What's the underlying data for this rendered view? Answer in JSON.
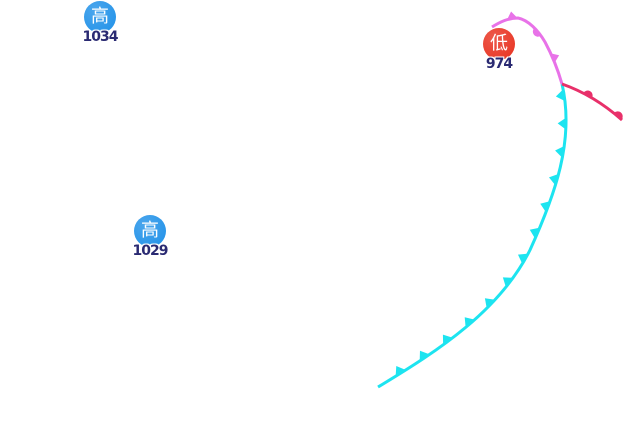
{
  "pressure_centers": [
    {
      "id": "high-1",
      "type": "high",
      "symbol": "高",
      "value": "1034",
      "color": "#1e90e8"
    },
    {
      "id": "high-2",
      "type": "high",
      "symbol": "高",
      "value": "1029",
      "color": "#1e90e8"
    },
    {
      "id": "low-1",
      "type": "low",
      "symbol": "低",
      "value": "974",
      "color": "#e8301e"
    }
  ],
  "fronts": {
    "cold": {
      "color": "#1de4f0"
    },
    "occluded": {
      "color": "#e872e8"
    },
    "warm": {
      "color": "#e8306a"
    }
  }
}
